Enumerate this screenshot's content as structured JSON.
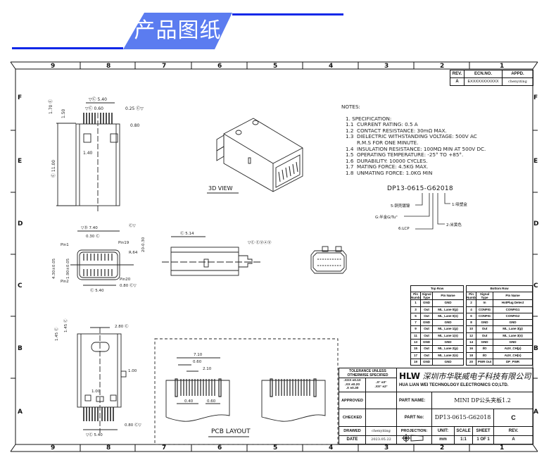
{
  "banner": {
    "title": "产品图纸",
    "accent": "#5b7cf0",
    "line_color": "#1028e8"
  },
  "zones": {
    "columns": [
      "9",
      "8",
      "7",
      "6",
      "5",
      "4",
      "3",
      "2",
      "1"
    ],
    "rows": [
      "F",
      "E",
      "D",
      "C",
      "B",
      "A"
    ]
  },
  "revision_table": {
    "headers": [
      "REV.",
      "ECN.NO.",
      "APPD."
    ],
    "row": [
      "A",
      "EXXXXXXXXXXX",
      "chenyiting"
    ]
  },
  "notes": {
    "title": "NOTES:",
    "lines": [
      "1. SPECIFICATION:",
      "1.1  CURRENT RATING: 0.5 A",
      "1.2  CONTACT RESISTANCE: 30mΩ MAX.",
      "1.3  DIELECTRIC WITHSTANDING VOLTAGE: 500V AC",
      "       R.M.S FOR ONE MINUTE.",
      "1.4  INSULATION RESISTANCE: 100MΩ MIN AT 500V DC.",
      "1.5  OPERATING TEMPERATURE: -25° TO +85°.",
      "1.6  DURABILITY: 10000 CYCLES.",
      "1.7  MATING FORCE: 4.5KG MAX.",
      "1.8  UNMATING FORCE: 1.0KG MIN"
    ]
  },
  "part_code": {
    "code": "DP13-0615-G62018",
    "callouts": [
      "5:铜壳镀镍",
      "G:半金G/Tu\"",
      "6:LCP",
      "1:吸塑盒",
      "2:米黄色"
    ]
  },
  "views": {
    "view_3d": "3D VIEW",
    "pcb_layout": "PCB LAYOUT"
  },
  "dimensions": {
    "top_view": [
      "5.40",
      "0.60",
      "0.25",
      "0.80",
      "1.70",
      "1.50",
      "1.40",
      "11.00"
    ],
    "front_view": [
      "7.40",
      "0.30",
      "R.64",
      "1.90±0.05",
      "4.30±0.05",
      "0.80",
      "5.40",
      "Pin1",
      "Pin19",
      "Pin2",
      "Pin20",
      "20-0.30"
    ],
    "side_view": [
      "5.14"
    ],
    "bottom_view": [
      "2.80",
      "1.45",
      "1.45",
      "1.00",
      "1.00",
      "0.80",
      "5.40"
    ],
    "pcb": [
      "7.10",
      "0.60",
      "2.10",
      "0.40",
      "0.60"
    ]
  },
  "pin_table": {
    "top_title": "Top Row",
    "bottom_title": "Bottom Row",
    "headers": [
      "Pin Number",
      "Signal Type",
      "Pin Name"
    ],
    "top_rows": [
      [
        "1",
        "GND",
        "GND"
      ],
      [
        "3",
        "Out",
        "ML_Lane 0(p)"
      ],
      [
        "5",
        "Out",
        "ML_Lane 0(n)"
      ],
      [
        "7",
        "GND",
        "GND"
      ],
      [
        "9",
        "Out",
        "ML_Lane 1(p)"
      ],
      [
        "11",
        "Out",
        "ML_Lane 1(n)"
      ],
      [
        "13",
        "GND",
        "GND"
      ],
      [
        "15",
        "Out",
        "ML_Lane 2(p)"
      ],
      [
        "17",
        "Out",
        "ML_Lane 2(n)"
      ],
      [
        "19",
        "GND",
        "GND"
      ]
    ],
    "bottom_rows": [
      [
        "2",
        "In",
        "HotPlug Detect"
      ],
      [
        "4",
        "CONFIG",
        "CONFIG1"
      ],
      [
        "6",
        "CONFIG",
        "CONFIG2"
      ],
      [
        "8",
        "GND",
        "GND"
      ],
      [
        "10",
        "Out",
        "ML_Lane 3(p)"
      ],
      [
        "12",
        "Out",
        "ML_Lane 3(n)"
      ],
      [
        "14",
        "GND",
        "GND"
      ],
      [
        "16",
        "I/O",
        "AUX_CH(p)"
      ],
      [
        "18",
        "I/O",
        "AUX_CH(n)"
      ],
      [
        "20",
        "PWR Out",
        "DP_PWR"
      ]
    ]
  },
  "title_block": {
    "tolerance_title": "TOLERANCE UNLESS OTHERWISE SPECIFIED",
    "tolerances_linear": [
      ".XXX ±0.10",
      ".XX ±0.20",
      ".X ±0.30"
    ],
    "tolerances_angular": [
      ".X° ±3°",
      ".XX° ±2°"
    ],
    "company_logo": "HLW",
    "company_cn": "深圳市华联威电子科技有限公司",
    "company_en": "HUA LIAN WEI TECHNOLOGY ELECTRONICS CO;LTD.",
    "approved_label": "APPROVED",
    "checked_label": "CHECKED",
    "drawed_label": "DRAWED",
    "drawed_value": "chenyiting",
    "date_label": "DATE",
    "date_value": "2023.05.22",
    "part_name_label": "PART NAME:",
    "part_name_value": "MINI DP公头夹板1.2",
    "part_no_label": "PART No:",
    "part_no_value": "DP13-0615-G62018",
    "size_code": "C",
    "projection_label": "PROJECTION:",
    "unit_label": "UNIT:",
    "unit_value": "mm",
    "scale_label": "SCALE",
    "scale_value": "1:1",
    "sheet_label": "SHEET",
    "sheet_value": "1 OF 1",
    "rev_label": "REV.",
    "rev_value": "A"
  }
}
